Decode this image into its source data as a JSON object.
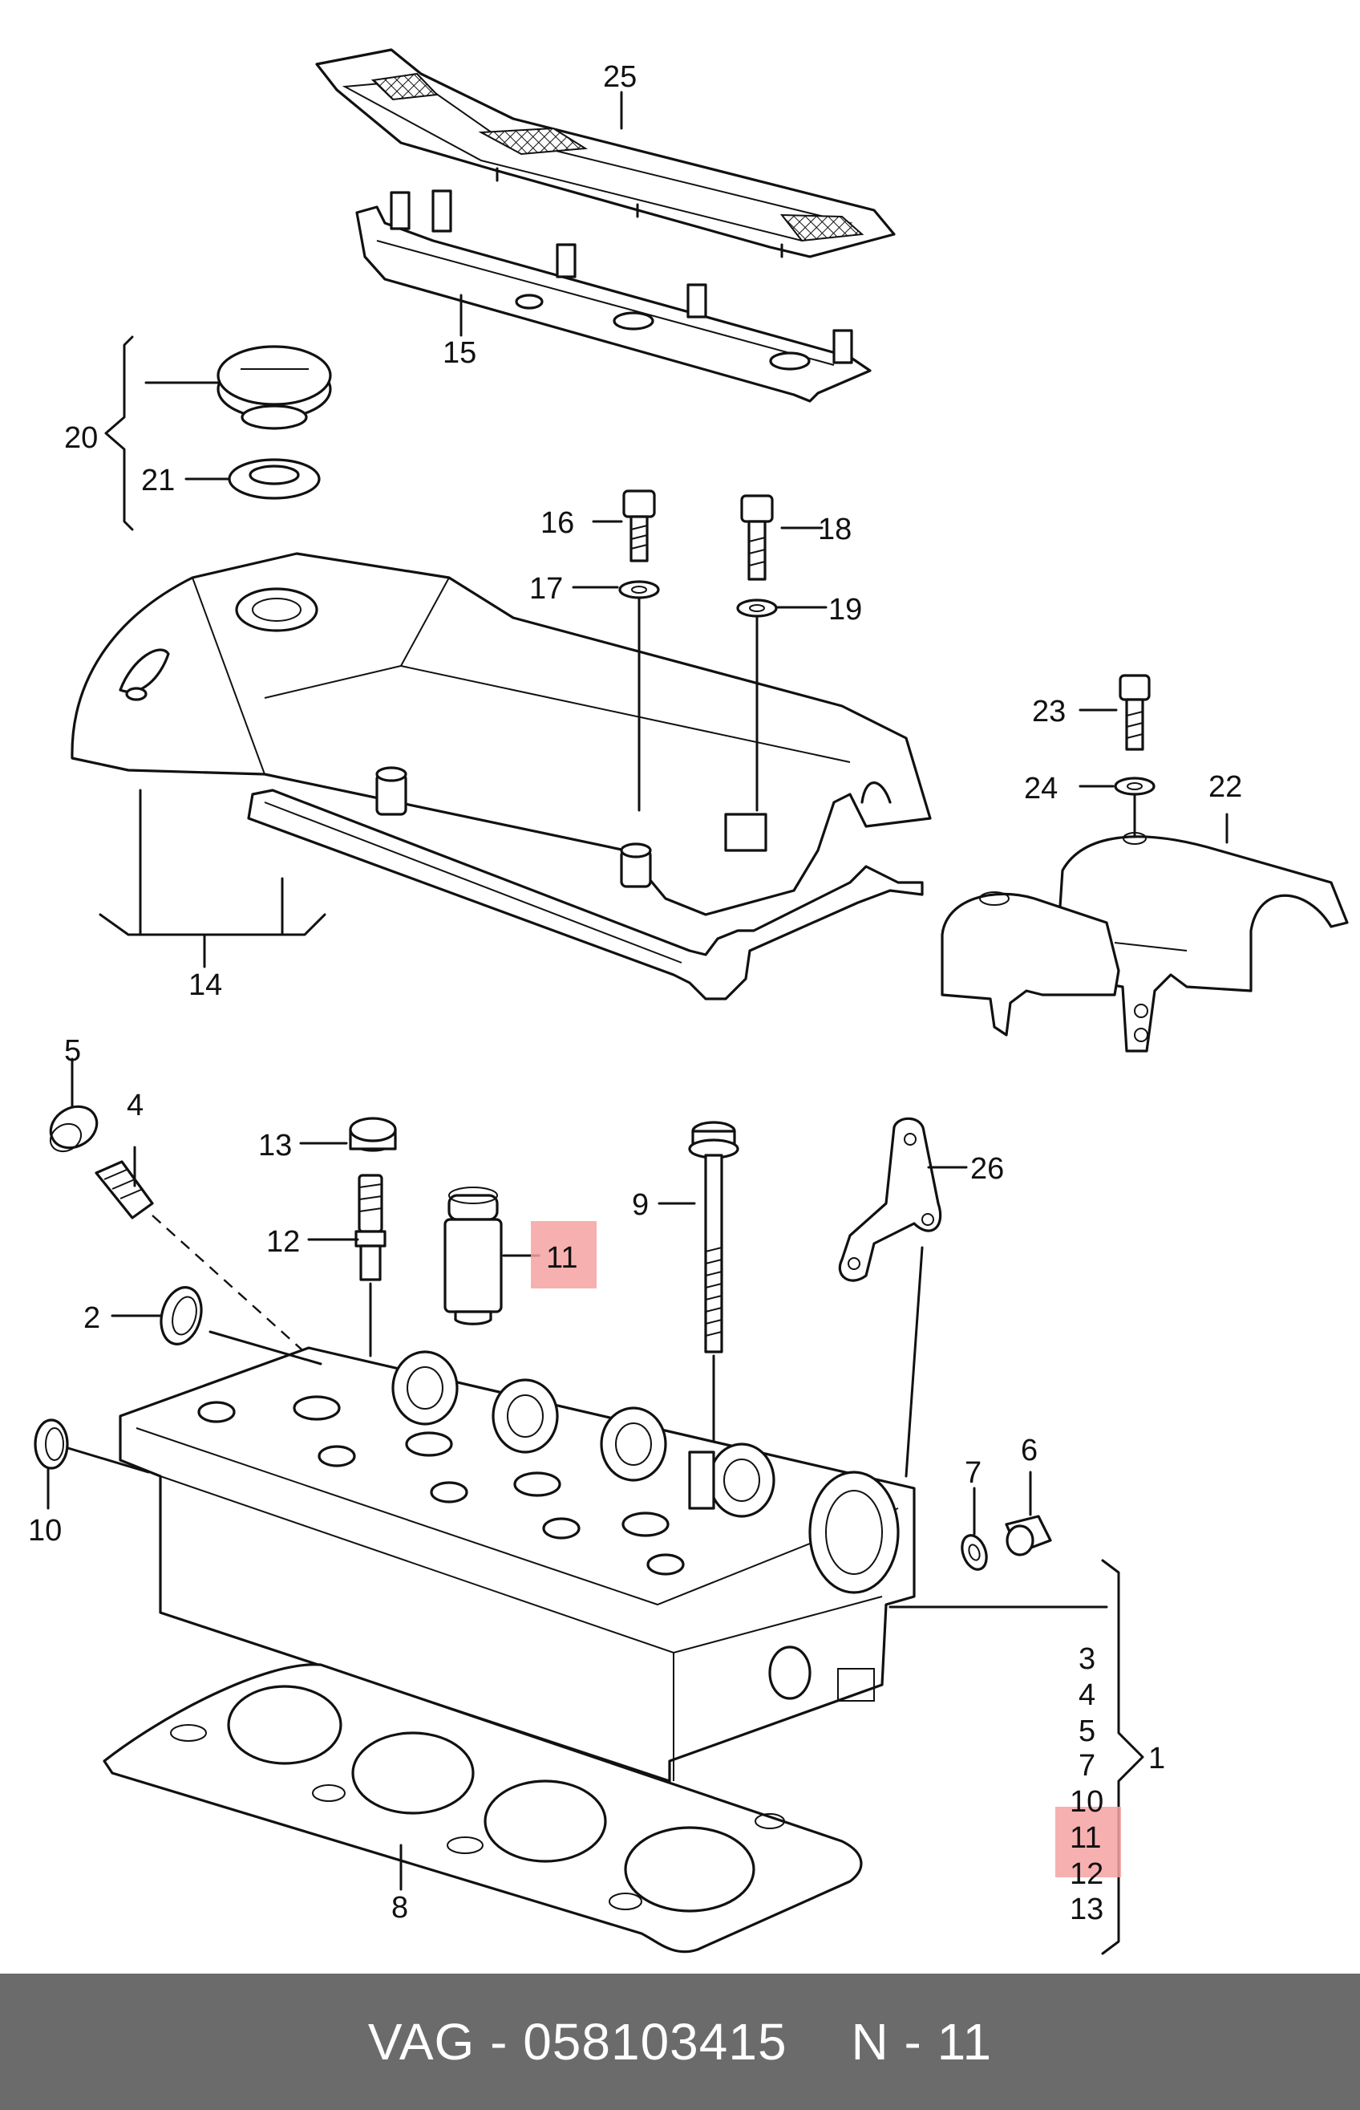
{
  "callouts": {
    "c1": "1",
    "c2": "2",
    "c3": "3",
    "c4": "4",
    "c5": "5",
    "c6": "6",
    "c7": "7",
    "c8": "8",
    "c9": "9",
    "c10": "10",
    "c11": "11",
    "c12": "12",
    "c13": "13",
    "c14": "14",
    "c15": "15",
    "c16": "16",
    "c17": "17",
    "c18": "18",
    "c19": "19",
    "c20": "20",
    "c21": "21",
    "c22": "22",
    "c23": "23",
    "c24": "24",
    "c25": "25",
    "c26": "26"
  },
  "kit_list": [
    "3",
    "4",
    "5",
    "7",
    "10",
    "11",
    "12",
    "13"
  ],
  "highlighted_callout": "11",
  "highlight_color": "#f6a2a2",
  "footer": {
    "part_number": "VAG - 058103415",
    "position": "N - 11",
    "background": "#6b6b6b"
  }
}
